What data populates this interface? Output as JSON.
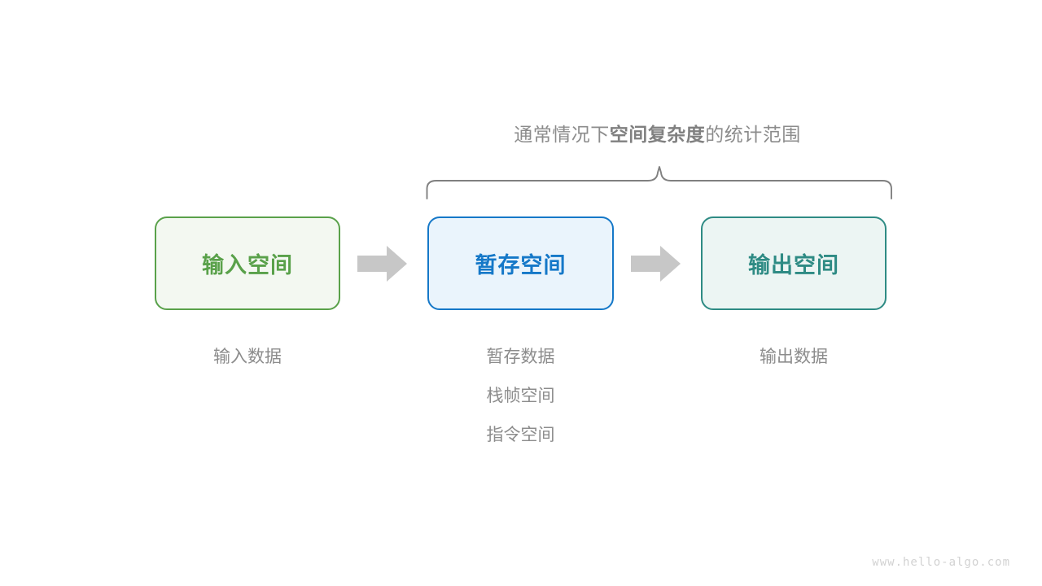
{
  "diagram": {
    "brace_caption": {
      "segments": [
        {
          "text": "通常情况下",
          "bold": false
        },
        {
          "text": "空间复杂度",
          "bold": true
        },
        {
          "text": "的统计范围",
          "bold": false
        }
      ],
      "full_text": "通常情况下空间复杂度的统计范围"
    },
    "boxes": [
      {
        "id": "input",
        "label": "输入空间",
        "border_color": "#59a14a",
        "fill_color": "#f3f8f1",
        "text_color": "#59a14a"
      },
      {
        "id": "temp",
        "label": "暂存空间",
        "border_color": "#1578c8",
        "fill_color": "#eaf4fc",
        "text_color": "#1578c8"
      },
      {
        "id": "output",
        "label": "输出空间",
        "border_color": "#2e8b84",
        "fill_color": "#ecf5f3",
        "text_color": "#2e8b84"
      }
    ],
    "arrows": [
      {
        "id": "arrow-input-to-temp",
        "icon": "right-arrow-icon",
        "color": "#c7c7c7"
      },
      {
        "id": "arrow-temp-to-output",
        "icon": "right-arrow-icon",
        "color": "#c7c7c7"
      }
    ],
    "captions": {
      "input": [
        "输入数据"
      ],
      "temp": [
        "暂存数据",
        "栈帧空间",
        "指令空间"
      ],
      "output": [
        "输出数据"
      ]
    },
    "brace": {
      "icon": "curly-brace-icon",
      "color": "#808080",
      "covers": [
        "暂存空间",
        "输出空间"
      ]
    },
    "footer": {
      "url": "www.hello-algo.com"
    }
  }
}
